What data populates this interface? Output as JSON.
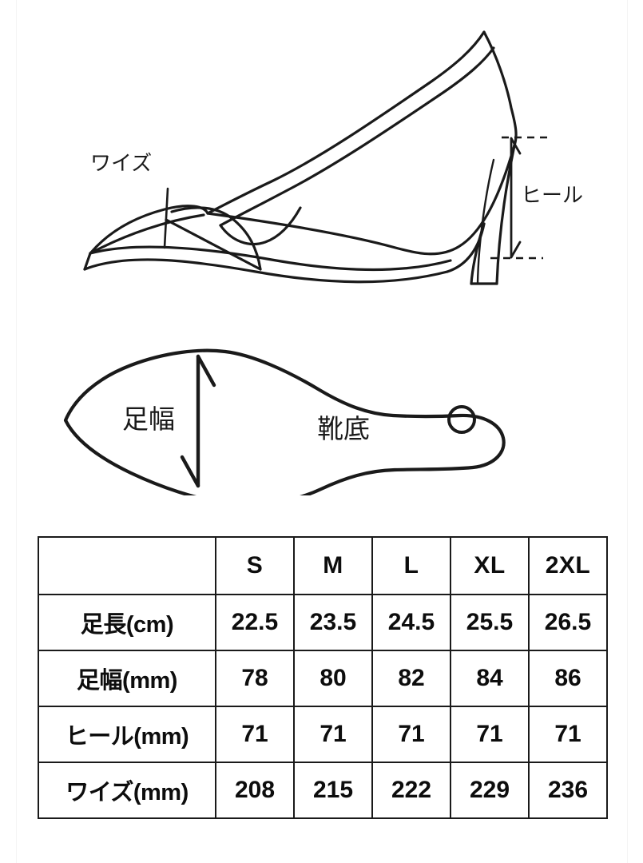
{
  "diagram": {
    "side_view": {
      "name": "womens-pump-side-view",
      "labels": {
        "width": "ワイズ",
        "heel": "ヒール"
      }
    },
    "sole_view": {
      "name": "shoe-sole-bottom-view",
      "labels": {
        "foot_width": "足幅",
        "sole": "靴底"
      }
    }
  },
  "table": {
    "corner_label": "",
    "size_headers": [
      "S",
      "M",
      "L",
      "XL",
      "2XL"
    ],
    "rows": [
      {
        "label": "足長(cm)",
        "values": [
          "22.5",
          "23.5",
          "24.5",
          "25.5",
          "26.5"
        ]
      },
      {
        "label": "足幅(mm)",
        "values": [
          "78",
          "80",
          "82",
          "84",
          "86"
        ]
      },
      {
        "label": "ヒール(mm)",
        "values": [
          "71",
          "71",
          "71",
          "71",
          "71"
        ]
      },
      {
        "label": "ワイズ(mm)",
        "values": [
          "208",
          "215",
          "222",
          "229",
          "236"
        ]
      }
    ]
  },
  "colors": {
    "ink": "#1a1a1a",
    "background": "#ffffff",
    "frame_rule": "#f4f4f4"
  }
}
